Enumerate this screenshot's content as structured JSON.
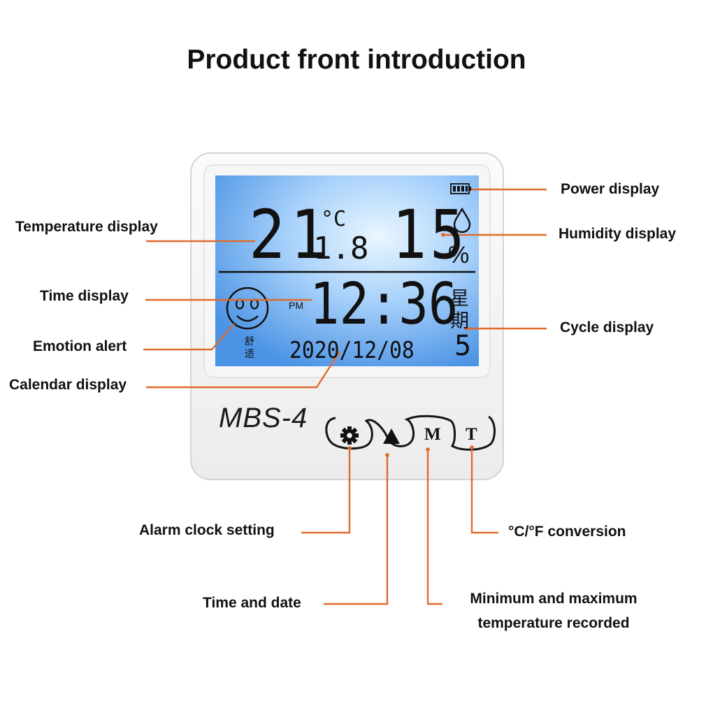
{
  "title": "Product front introduction",
  "device": {
    "model": "MBS-4",
    "temperature": {
      "integer": "21",
      "decimal": "1.8",
      "unit": "°C"
    },
    "humidity": {
      "value": "15",
      "unit": "%"
    },
    "time": {
      "meridiem": "PM",
      "value": "12:36"
    },
    "date": "2020/12/08",
    "weekday": {
      "label_line1": "星期",
      "label_line2": "",
      "value": "5"
    },
    "weekday_chars": [
      "星",
      "期"
    ],
    "comfort_text": [
      "舒",
      "适"
    ],
    "buttons": [
      {
        "name": "gear",
        "icon": "gear-icon"
      },
      {
        "name": "up",
        "icon": "triangle-up-icon"
      },
      {
        "name": "m",
        "label": "M"
      },
      {
        "name": "t",
        "label": "T"
      }
    ]
  },
  "labels": {
    "temperature": "Temperature display",
    "time": "Time display",
    "emotion": "Emotion alert",
    "calendar": "Calendar display",
    "power": "Power display",
    "humidity": "Humidity display",
    "cycle": "Cycle display",
    "alarm": "Alarm clock setting",
    "time_date": "Time and date",
    "minmax_line1": "Minimum and maximum",
    "minmax_line2": "temperature recorded",
    "conversion": "°C/°F conversion"
  },
  "colors": {
    "leader": "#e06a2c",
    "screen_light": "#dff0ff",
    "screen_dark": "#4d96e6",
    "segment": "#111111",
    "body": "#f3f3f3"
  }
}
